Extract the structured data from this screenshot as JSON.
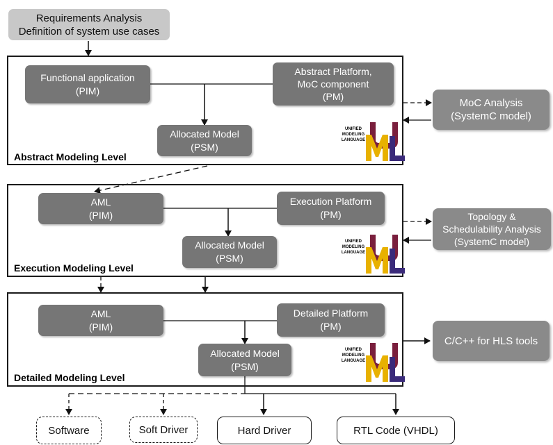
{
  "requirements": {
    "line1": "Requirements Analysis",
    "line2": "Definition of system use cases"
  },
  "levels": [
    {
      "label": "Abstract Modeling Level",
      "app": {
        "line1": "Functional application",
        "line2": "(PIM)"
      },
      "platform": {
        "line1": "Abstract Platform,",
        "line2": "MoC component",
        "line3": "(PM)"
      },
      "allocated": {
        "line1": "Allocated Model",
        "line2": "(PSM)"
      }
    },
    {
      "label": "Execution Modeling Level",
      "app": {
        "line1": "AML",
        "line2": "(PIM)"
      },
      "platform": {
        "line1": "Execution Platform",
        "line2": "(PM)"
      },
      "allocated": {
        "line1": "Allocated Model",
        "line2": "(PSM)"
      }
    },
    {
      "label": "Detailed Modeling Level",
      "app": {
        "line1": "AML",
        "line2": "(PIM)"
      },
      "platform": {
        "line1": "Detailed Platform",
        "line2": "(PM)"
      },
      "allocated": {
        "line1": "Allocated Model",
        "line2": "(PSM)"
      }
    }
  ],
  "side_boxes": [
    {
      "line1": "MoC Analysis",
      "line2": "(SystemC model)"
    },
    {
      "line1": "Topology &",
      "line2": "Schedulability Analysis",
      "line3": "(SystemC model)"
    },
    {
      "line1": "C/C++ for HLS tools"
    }
  ],
  "outputs": [
    {
      "label": "Software",
      "style": "dashed"
    },
    {
      "label": "Soft Driver",
      "style": "dashed"
    },
    {
      "label": "Hard Driver",
      "style": "solid"
    },
    {
      "label": "RTL Code (VHDL)",
      "style": "solid"
    }
  ],
  "uml_logo": {
    "line1": "UNIFIED",
    "line2": "MODELING",
    "line3": "LANGUAGE",
    "icon": "uml-logo-icon"
  },
  "colors": {
    "box": "#767676",
    "side_box": "#8a8a8a",
    "requirements": "#c8c8c8",
    "uml_maroon": "#7a1f3d",
    "uml_gold": "#e8b100",
    "uml_purple": "#3a2a7a"
  }
}
